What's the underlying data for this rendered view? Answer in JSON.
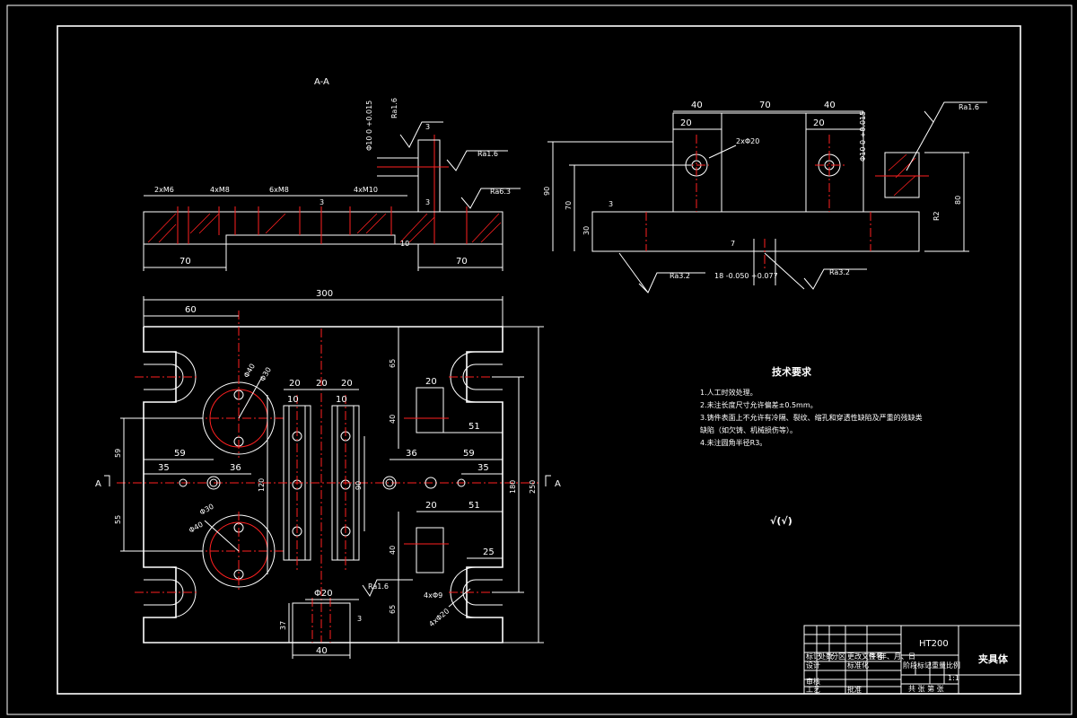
{
  "section_label": "A-A",
  "section_marks": {
    "left": "A",
    "right": "A"
  },
  "top_view": {
    "thread_labels": [
      "2xM6",
      "4xM8",
      "6xM8",
      "4xM10"
    ],
    "dims": {
      "left_70": "70",
      "right_70": "70",
      "d3a": "3",
      "d3b": "3",
      "d3c": "3",
      "d10": "10"
    },
    "roughness": {
      "ra16": "Ra1.6",
      "ra63": "Ra6.3",
      "ra16_top": "Ra1.6"
    },
    "bore_tol": "Φ10 0 +0.015"
  },
  "side_view": {
    "dims": {
      "d40a": "40",
      "d70": "70",
      "d40b": "40",
      "d20a": "20",
      "d20b": "20",
      "d90": "90",
      "d70h": "70",
      "d30": "30",
      "d80": "80",
      "dR2": "R2",
      "d3": "3",
      "d7": "7"
    },
    "bore_label": "2xΦ20",
    "tol_label": "Φ10 0 +0.015",
    "bottom_tol": "18 -0.050 +0.077",
    "roughness": {
      "ra16": "Ra1.6",
      "ra32a": "Ra3.2",
      "ra32b": "Ra3.2"
    }
  },
  "plan_view": {
    "dims": {
      "w300": "300",
      "d60": "60",
      "phi40a": "Φ40",
      "phi30": "Φ30",
      "d20a": "20",
      "d20b": "20",
      "d20c": "20",
      "d10a": "10",
      "d10b": "10",
      "d65a": "65",
      "d20r": "20",
      "d40r": "40",
      "d51a": "51",
      "d59a": "59",
      "d36a": "36",
      "d35a": "35",
      "d36b": "36",
      "d59b": "59",
      "d35b": "35",
      "d90": "90",
      "d120": "120",
      "d55": "55",
      "d59v": "59",
      "d180": "180",
      "d250": "250",
      "phi40b": "Φ40",
      "phi30b": "Φ30",
      "d20d": "20",
      "d51b": "51",
      "d40b": "40",
      "d25": "25",
      "d65b": "65",
      "phi20": "Φ20",
      "d37": "37",
      "d40c": "40",
      "d3": "3"
    },
    "hole_label": "4xΦ9",
    "cb_label": "4xΦ20",
    "roughness": "Ra1.6"
  },
  "tech_req": {
    "title": "技术要求",
    "items": [
      "1.人工时效处理。",
      "2.未注长度尺寸允许偏差±0.5mm。",
      "3.铸件表面上不允许有冷隔、裂纹、缩孔和穿透性缺陷及严重的残缺类",
      "缺陷（如欠铸、机械损伤等）。",
      "4.未注圆角半径R3。"
    ],
    "roughness_note": "√(√)"
  },
  "title_block": {
    "material": "HT200",
    "name": "夹具体",
    "scale": "1:1",
    "cells": [
      "标记",
      "处数",
      "分区",
      "更改文件号",
      "签名",
      "年、月、日",
      "设计",
      "标准化",
      "阶段标记",
      "重量",
      "比例",
      "审核",
      "工艺",
      "批准",
      "共 张 第 张"
    ]
  }
}
